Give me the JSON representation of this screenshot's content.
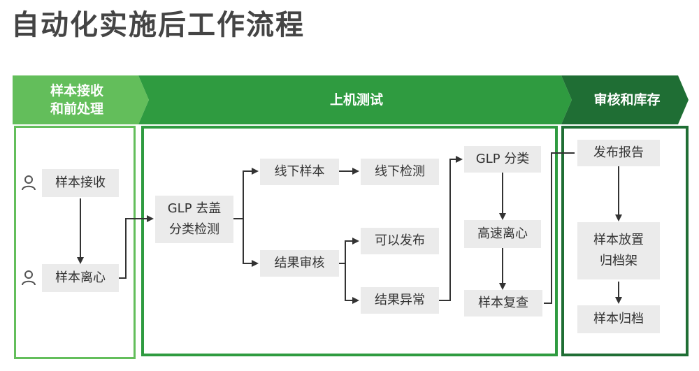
{
  "title": "自动化实施后工作流程",
  "colors": {
    "phase1": "#63be5b",
    "phase2": "#2f9b40",
    "phase3": "#1f6e34",
    "node_bg": "#ebebeb",
    "connector": "#333333"
  },
  "phases": [
    {
      "label": "样本接收\n和前处理"
    },
    {
      "label": "上机测试"
    },
    {
      "label": "审核和库存"
    }
  ],
  "nodes": {
    "sample_receive": "样本接收",
    "sample_centrifuge": "样本离心",
    "glp_decap_line1": "GLP 去盖",
    "glp_decap_line2": "分类检测",
    "offline_sample": "线下样本",
    "offline_test": "线下检测",
    "result_review": "结果审核",
    "can_publish": "可以发布",
    "result_abnormal": "结果异常",
    "glp_classify": "GLP 分类",
    "high_speed_centrifuge": "高速离心",
    "sample_recheck": "样本复查",
    "publish_report": "发布报告",
    "sample_place_line1": "样本放置",
    "sample_place_line2": "归档架",
    "sample_archive": "样本归档"
  },
  "icons": {
    "receive_person": "person-icon",
    "centrifuge_person": "person-icon"
  }
}
